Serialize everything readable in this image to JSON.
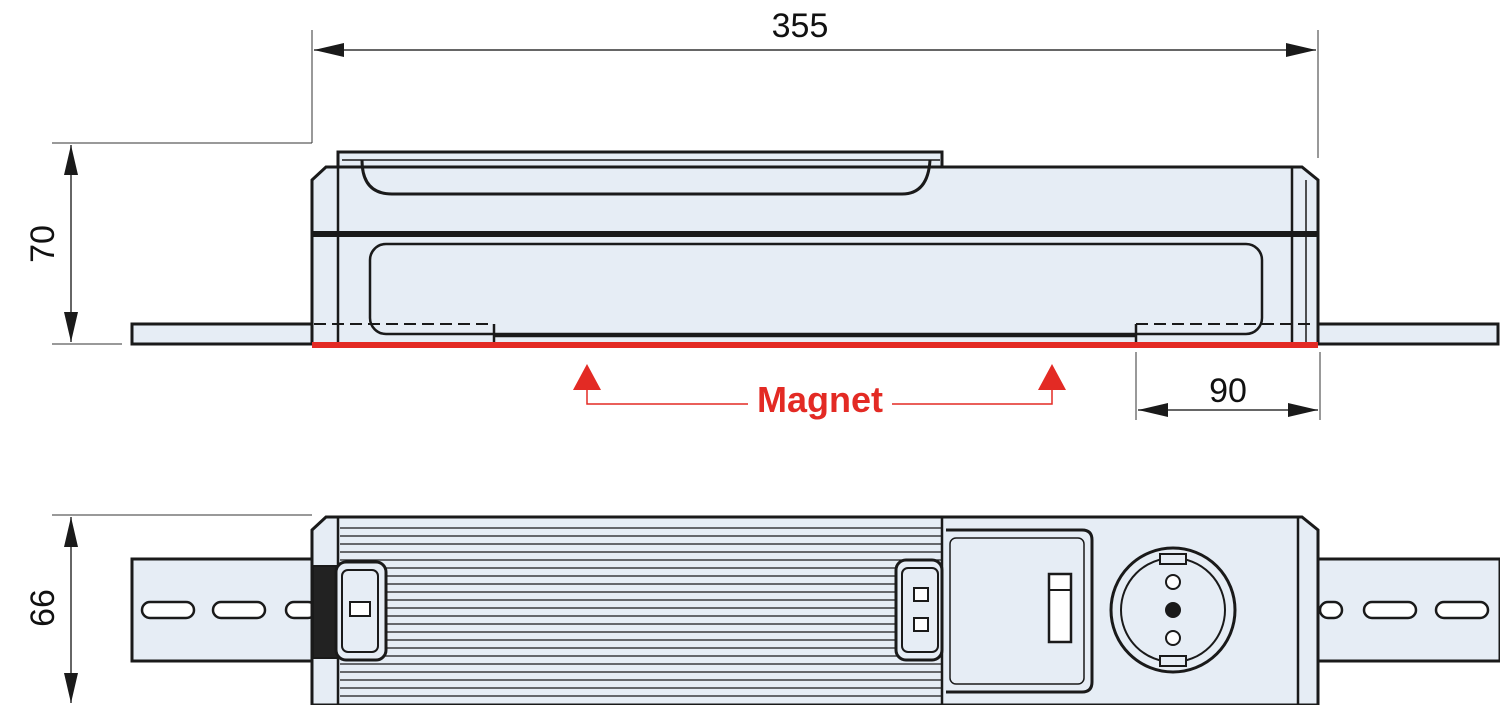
{
  "dimensions": {
    "length": "355",
    "height": "70",
    "magnet_offset": "90",
    "width": "66"
  },
  "labels": {
    "magnet": "Magnet"
  },
  "colors": {
    "body_fill": "#e6edf5",
    "outline": "#1a1a1a",
    "magnet_accent": "#e32a24",
    "dimension_line": "#333333"
  }
}
